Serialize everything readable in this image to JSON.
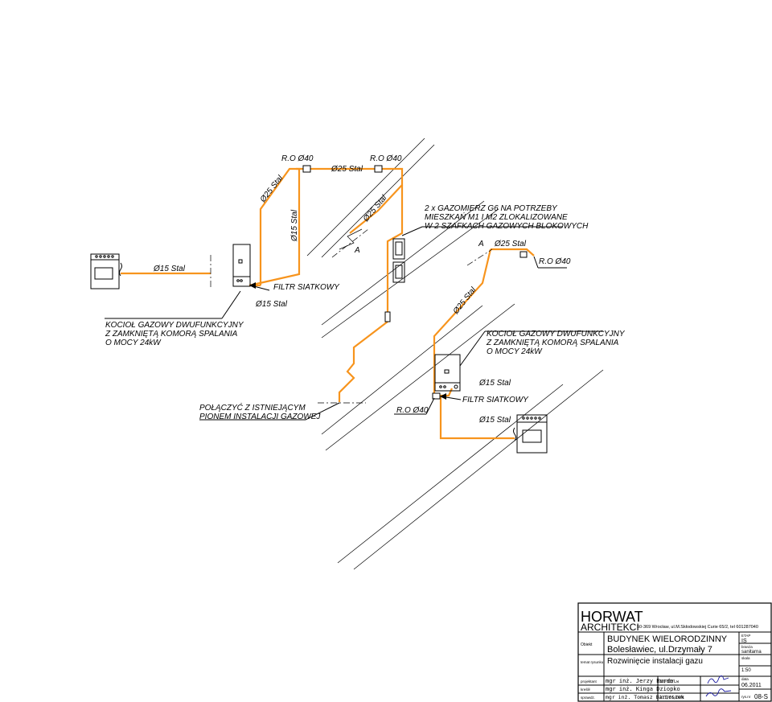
{
  "drawing": {
    "labels": {
      "ro40_left": "R.O Ø40",
      "ro40_mid": "R.O Ø40",
      "ro40_right": "R.O Ø40",
      "ro40_bottom": "R.O Ø40",
      "d25_top": "Ø25 Stal",
      "d25_diag_left": "Ø25 Stal",
      "d15_vertical": "Ø15 Stal",
      "d25_diag_mid": "Ø25 Stal",
      "d25_right": "Ø25 Stal",
      "d25_diag_lower": "Ø25 Stal",
      "d15_left_run": "Ø15 Stal",
      "d15_below_boiler": "Ø15 Stal",
      "d15_lower_boiler": "Ø15 Stal",
      "d15_lower_run": "Ø15 Stal",
      "filter_upper": "FILTR SIATKOWY",
      "filter_lower": "FILTR SIATKOWY",
      "section_a_left": "A",
      "section_a_right": "A",
      "meters_line1": "2 x GAZOMIERZ G6 NA POTRZEBY",
      "meters_line2": "MIESZKAŃ M1 I M2 ZLOKALIZOWANE",
      "meters_line3": "W 2 SZAFKACH GAZOWYCH BLOKOWYCH",
      "boiler_left_line1": "KOCIOŁ GAZOWY DWUFUNKCYJNY",
      "boiler_left_line2": "Z ZAMKNIĘTĄ KOMORĄ SPALANIA",
      "boiler_left_line3": "O MOCY 24kW",
      "boiler_right_line1": "KOCIOŁ GAZOWY DWUFUNKCYJNY",
      "boiler_right_line2": "Z ZAMKNIĘTĄ KOMORĄ SPALANIA",
      "boiler_right_line3": "O MOCY 24kW",
      "connect_line1": "POŁĄCZYĆ Z ISTNIEJĄCYM",
      "connect_line2": "PIONEM INSTALACJI GAZOWEJ"
    },
    "colors": {
      "gas_pipe": "#f7941d",
      "lines": "#000000"
    }
  },
  "title_block": {
    "firm_name": "HORWAT",
    "firm_sub": "ARCHITEKCI",
    "address": "50-369 Wrocław, ul.M.Skłodowskiej Curie 65/2, tel 601287040",
    "obiekt_label": "Obiekt",
    "building": "BUDYNEK WIELORODZINNY",
    "location": "Bolesławiec, ul.Drzymały 7",
    "etap_label": "ETAP",
    "etap_value": "IS",
    "branza_label": "branża",
    "branza_value": "sanitarna",
    "temat_label": "temat rysunku",
    "temat_value": "Rozwinięcie instalacji gazu",
    "skala_label": "skala",
    "skala_value": "1:50",
    "rows": [
      {
        "role": "projektant",
        "name": "mgr inż. Jerzy Burda",
        "permit": "30/83/Lw"
      },
      {
        "role": "kreślił",
        "name": "mgr inż. Kinga Dziopko",
        "permit": ""
      },
      {
        "role": "sprawdz.",
        "name": "mgr inż. Tomasz Bartoszek",
        "permit": "211/01/DUW"
      }
    ],
    "data_label": "data",
    "data_value": "06.2011",
    "rys_label": "rys.nr",
    "rys_value": "08-S"
  }
}
